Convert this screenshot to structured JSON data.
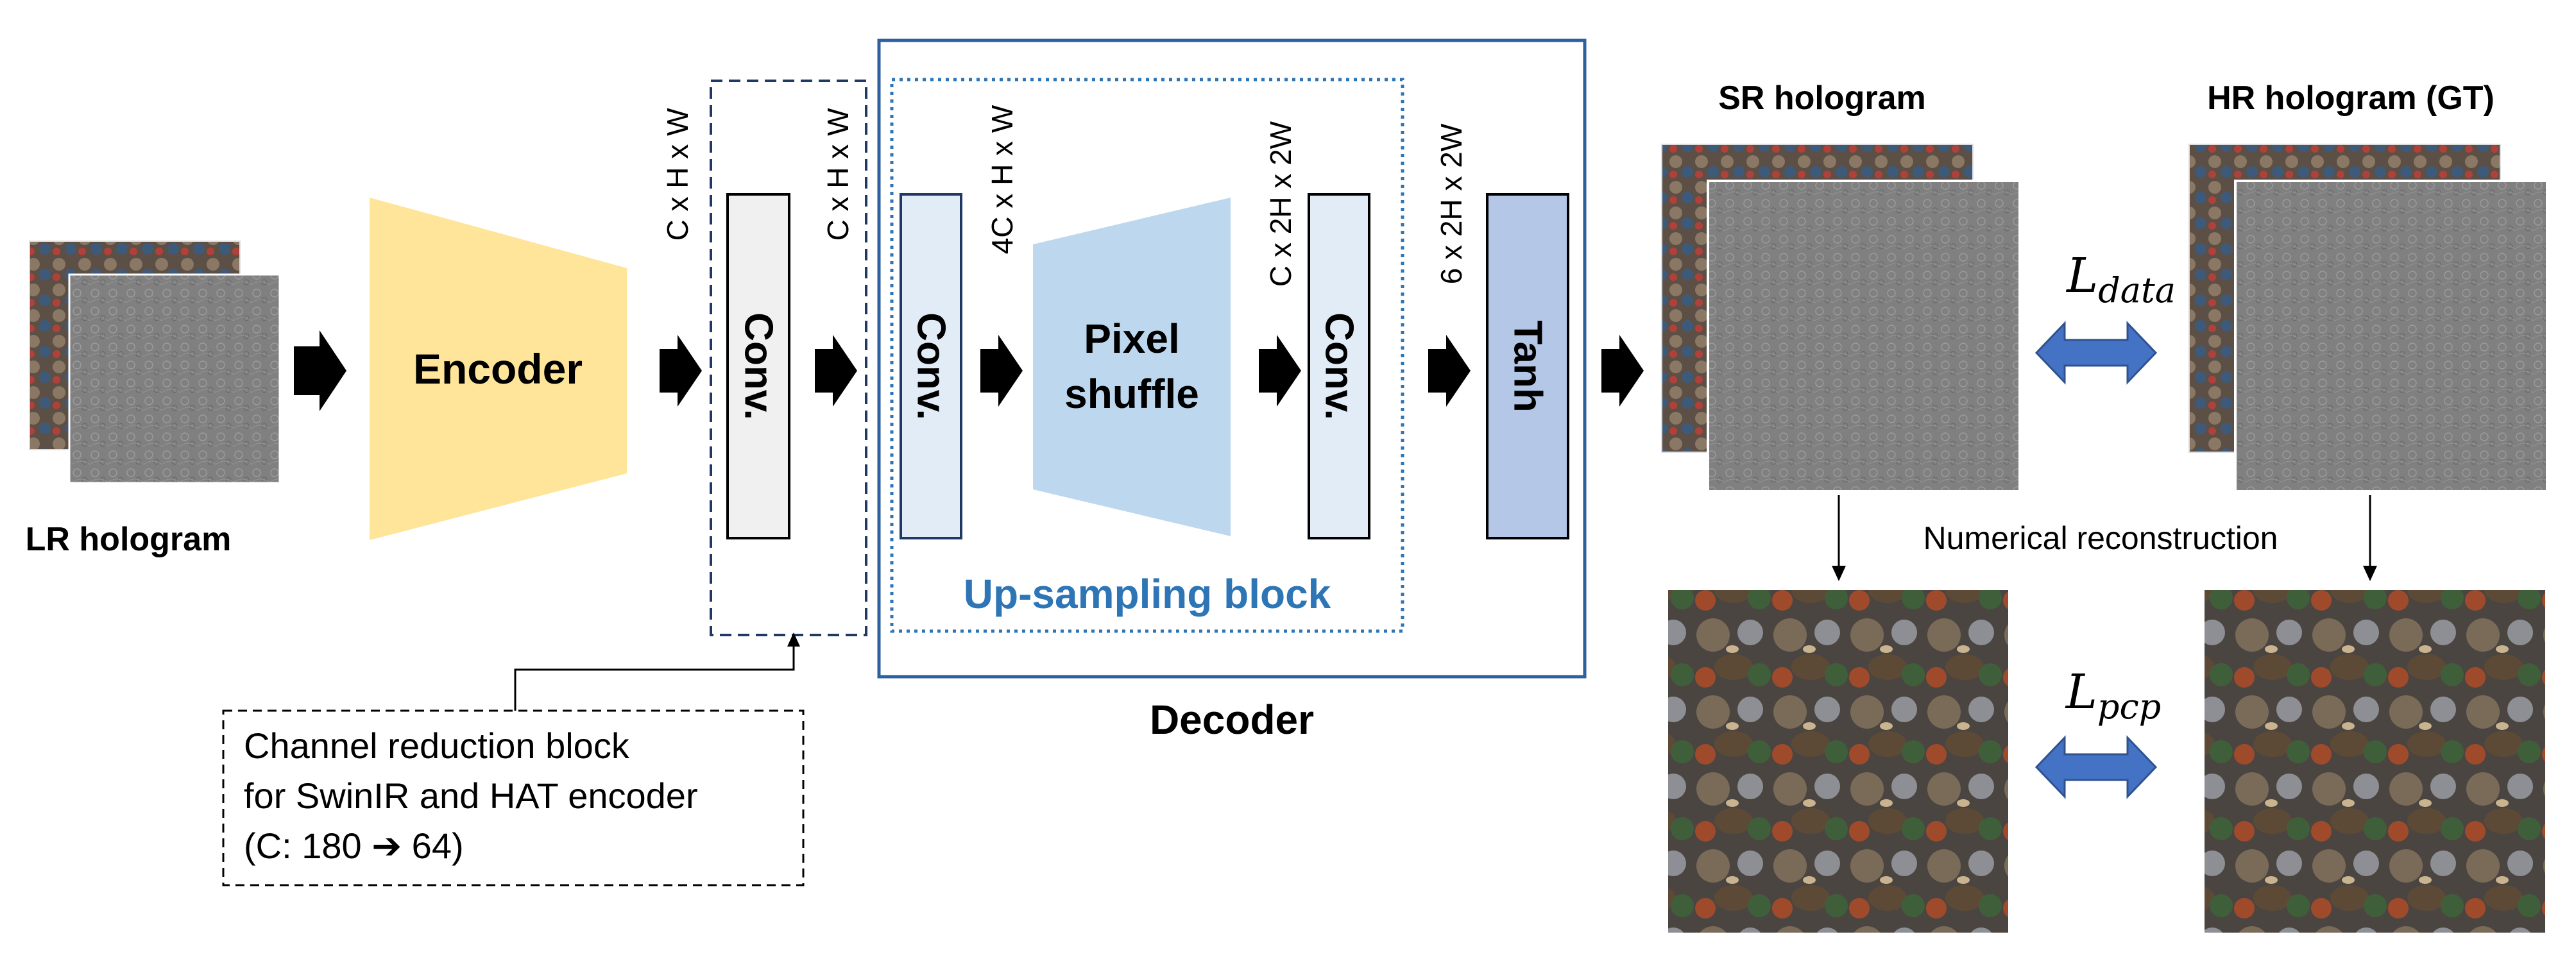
{
  "colors": {
    "encoder": "#ffe599",
    "conv_gray": "#f0f0f0",
    "conv_blue": "#e2ecf7",
    "pixel_shuffle": "#bdd7ee",
    "tanh": "#b4c7e7",
    "decoder_border": "#2e5f9e",
    "upsampling_text": "#2e75b6",
    "double_arrow": "#4472c4",
    "dark_border": "#1f3864"
  },
  "icons": {
    "flow_arrow": "black-right-arrow-icon",
    "double_arrow": "blue-double-headed-arrow-icon"
  },
  "labels": {
    "lr_hologram": "LR hologram",
    "encoder": "Encoder",
    "conv": "Conv.",
    "pixel_shuffle_line1": "Pixel",
    "pixel_shuffle_line2": "shuffle",
    "tanh": "Tanh",
    "upsampling_block": "Up-sampling block",
    "decoder": "Decoder",
    "sr_hologram": "SR hologram",
    "hr_hologram": "HR hologram (GT)",
    "numerical_reconstruction": "Numerical reconstruction",
    "loss_data_main": "L",
    "loss_data_sub": "data",
    "loss_pcp_main": "L",
    "loss_pcp_sub": "pcp"
  },
  "dimensions": {
    "after_encoder": "C x H x W",
    "after_reduction": "C x H x W",
    "after_conv1": "4C x H x W",
    "after_shuffle": "C x 2H x 2W",
    "after_conv2": "6 x 2H x 2W"
  },
  "note": {
    "line1": "Channel reduction block",
    "line2": "for SwinIR and HAT encoder",
    "line3_prefix": "(C: 180 ",
    "line3_arrow": "➔",
    "line3_suffix": " 64)"
  }
}
